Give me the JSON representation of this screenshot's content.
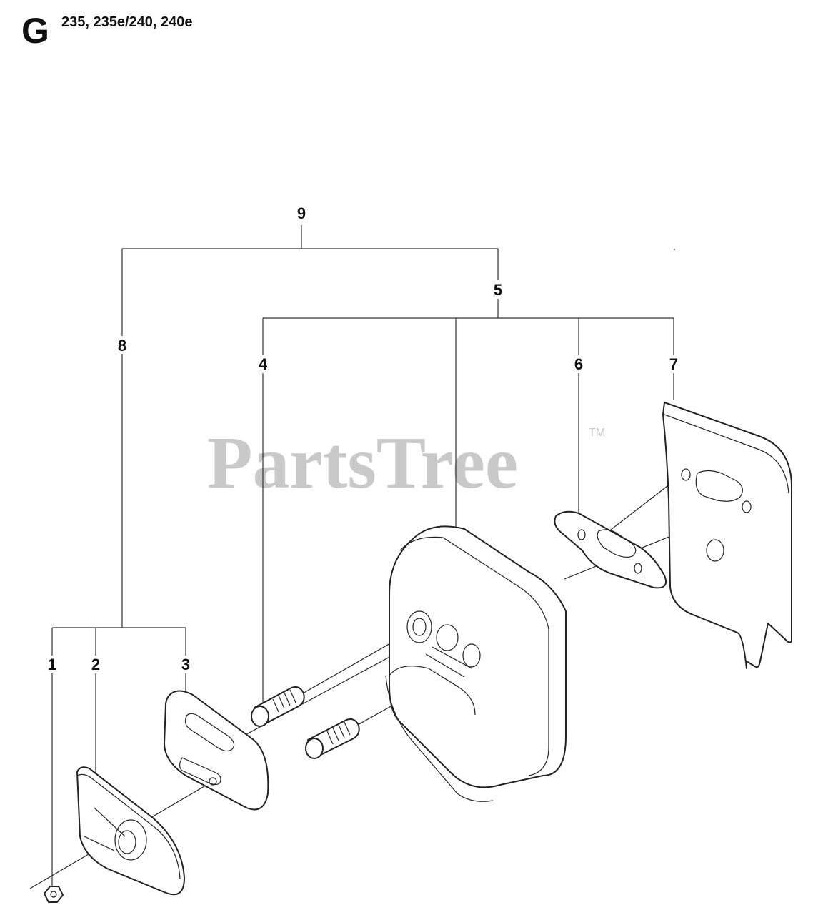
{
  "header": {
    "section_letter": "G",
    "models": "235, 235e/240, 240e"
  },
  "watermark": {
    "text": "PartsTree",
    "tm": "TM"
  },
  "callouts": {
    "c1": "1",
    "c2": "2",
    "c3": "3",
    "c4": "4",
    "c5": "5",
    "c6": "6",
    "c7": "7",
    "c8": "8",
    "c9": "9"
  },
  "colors": {
    "line": "#222222",
    "watermark": "#c9c9c9",
    "background": "#ffffff"
  }
}
